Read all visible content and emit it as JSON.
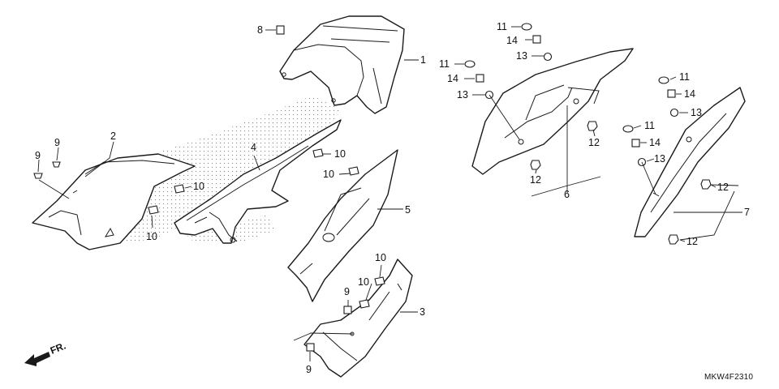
{
  "diagram": {
    "code": "MKW4F2310",
    "direction": "FR.",
    "colors": {
      "line": "#1a1a1a",
      "dots": "#8a8a8a",
      "bg": "#ffffff"
    },
    "callouts": [
      {
        "id": "c8",
        "label": "8"
      },
      {
        "id": "c1",
        "label": "1"
      },
      {
        "id": "c2",
        "label": "2"
      },
      {
        "id": "c9a",
        "label": "9"
      },
      {
        "id": "c9b",
        "label": "9"
      },
      {
        "id": "c4",
        "label": "4"
      },
      {
        "id": "c10a",
        "label": "10"
      },
      {
        "id": "c10b",
        "label": "10"
      },
      {
        "id": "c10c",
        "label": "10"
      },
      {
        "id": "c10d",
        "label": "10"
      },
      {
        "id": "c10e",
        "label": "10"
      },
      {
        "id": "c10f",
        "label": "10"
      },
      {
        "id": "c5",
        "label": "5"
      },
      {
        "id": "c3",
        "label": "3"
      },
      {
        "id": "c9c",
        "label": "9"
      },
      {
        "id": "c9d",
        "label": "9"
      },
      {
        "id": "c11a",
        "label": "11"
      },
      {
        "id": "c14a",
        "label": "14"
      },
      {
        "id": "c13a",
        "label": "13"
      },
      {
        "id": "c11b",
        "label": "11"
      },
      {
        "id": "c14b",
        "label": "14"
      },
      {
        "id": "c13b",
        "label": "13"
      },
      {
        "id": "c12a",
        "label": "12"
      },
      {
        "id": "c12b",
        "label": "12"
      },
      {
        "id": "c6",
        "label": "6"
      },
      {
        "id": "c11c",
        "label": "11"
      },
      {
        "id": "c14c",
        "label": "14"
      },
      {
        "id": "c13c",
        "label": "13"
      },
      {
        "id": "c11d",
        "label": "11"
      },
      {
        "id": "c14d",
        "label": "14"
      },
      {
        "id": "c13d",
        "label": "13"
      },
      {
        "id": "c12c",
        "label": "12"
      },
      {
        "id": "c12d",
        "label": "12"
      },
      {
        "id": "c7",
        "label": "7"
      }
    ]
  }
}
